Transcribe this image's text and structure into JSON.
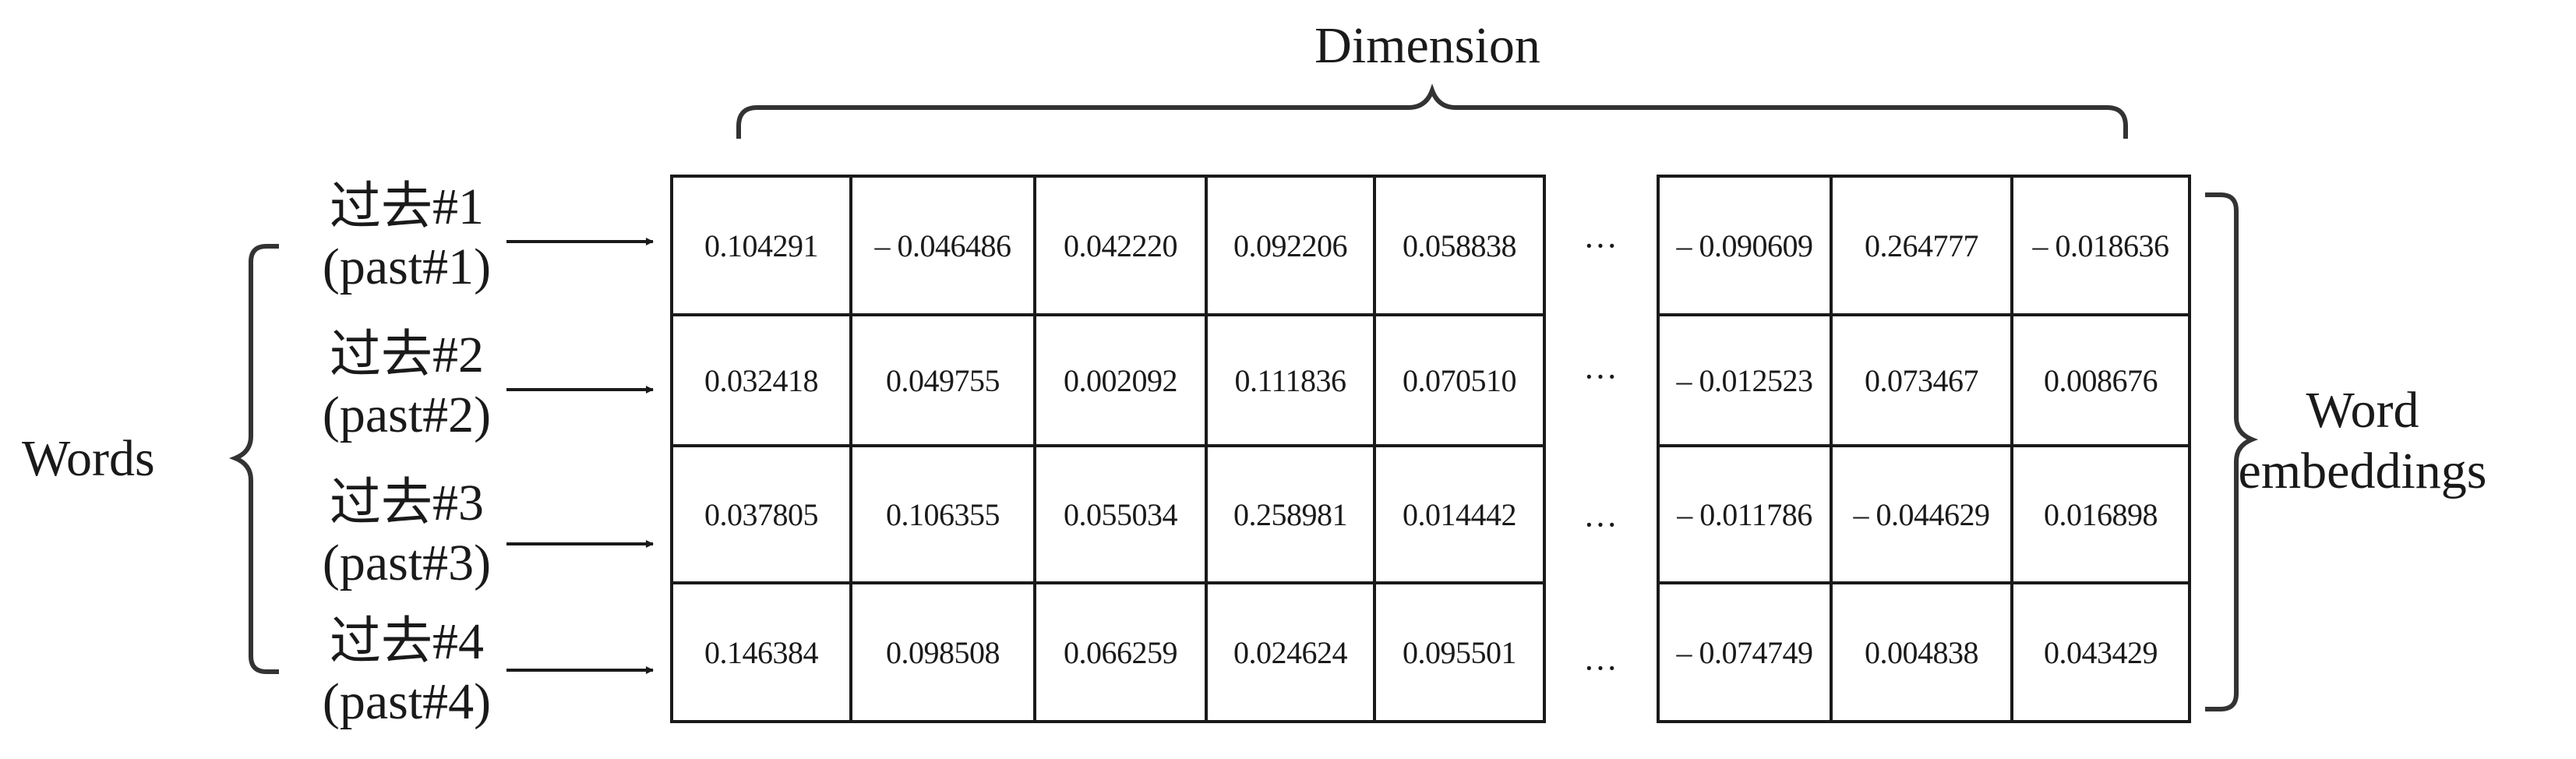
{
  "title": "Dimension",
  "words_label": "Words",
  "embeddings_label": {
    "line1": "Word",
    "line2": "embeddings"
  },
  "ellipsis": "···",
  "words": [
    {
      "zh": "过去#1",
      "en": "(past#1)"
    },
    {
      "zh": "过去#2",
      "en": "(past#2)"
    },
    {
      "zh": "过去#3",
      "en": "(past#3)"
    },
    {
      "zh": "过去#4",
      "en": "(past#4)"
    }
  ],
  "rows": [
    {
      "left": [
        "0.104291",
        "– 0.046486",
        "0.042220",
        "0.092206",
        "0.058838"
      ],
      "right": [
        "– 0.090609",
        "0.264777",
        "– 0.018636"
      ]
    },
    {
      "left": [
        "0.032418",
        "0.049755",
        "0.002092",
        "0.111836",
        "0.070510"
      ],
      "right": [
        "– 0.012523",
        "0.073467",
        "0.008676"
      ]
    },
    {
      "left": [
        "0.037805",
        "0.106355",
        "0.055034",
        "0.258981",
        "0.014442"
      ],
      "right": [
        "– 0.011786",
        "– 0.044629",
        "0.016898"
      ]
    },
    {
      "left": [
        "0.146384",
        "0.098508",
        "0.066259",
        "0.024624",
        "0.095501"
      ],
      "right": [
        "– 0.074749",
        "0.004838",
        "0.043429"
      ]
    }
  ]
}
